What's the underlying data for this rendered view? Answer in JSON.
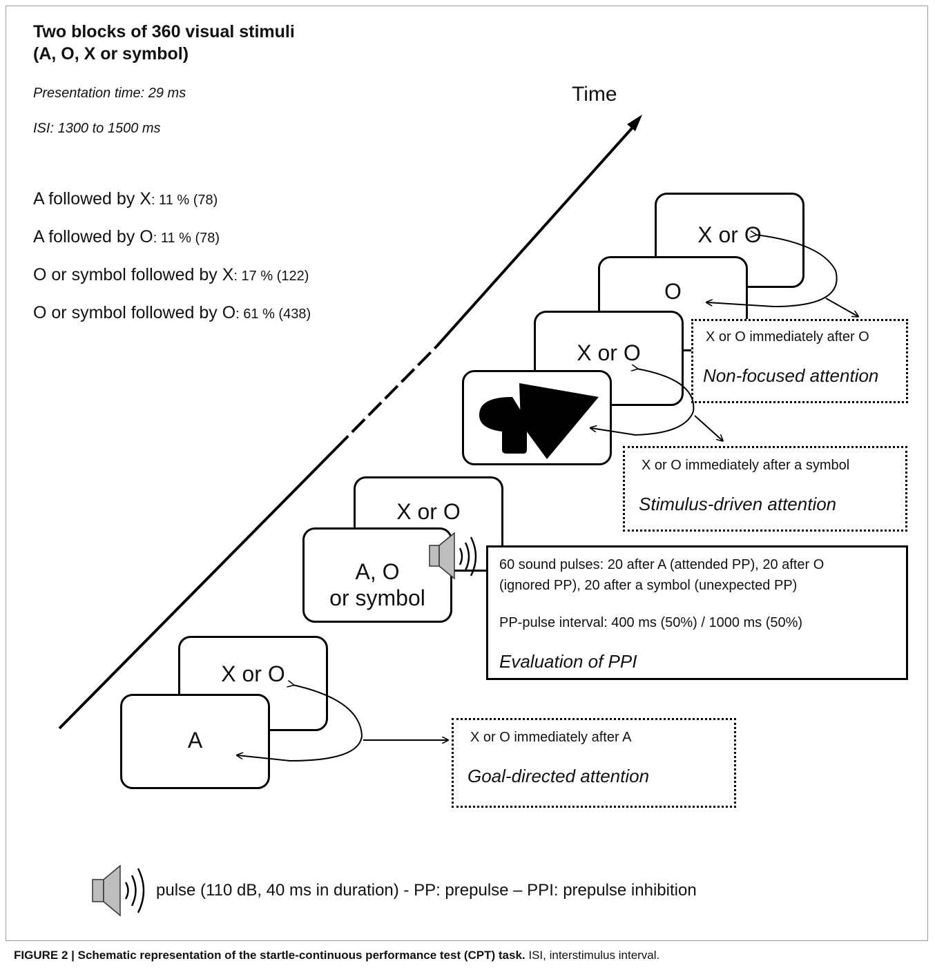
{
  "header": {
    "title_line1": "Two blocks of 360 visual stimuli",
    "title_line2": "(A, O, X or symbol)",
    "presentation_time": "Presentation time: 29 ms",
    "isi": "ISI: 1300 to 1500 ms"
  },
  "probabilities": [
    {
      "label": "A followed by X",
      "value": ": 11 % (78)"
    },
    {
      "label": "A followed by O",
      "value": ": 11 % (78)"
    },
    {
      "label": "O or symbol followed by X",
      "value": ": 17 % (122)"
    },
    {
      "label": "O or symbol followed by O",
      "value": ": 61 % (438)"
    }
  ],
  "time_label": "Time",
  "cards": {
    "top_x_or_o": "X or O",
    "top_o": "O",
    "mid_x_or_o": "X or O",
    "upper_x_or_o": "X or O",
    "ao_symbol_line1": "A, O",
    "ao_symbol_line2": "or symbol",
    "low_x_or_o": "X or O",
    "a": "A"
  },
  "boxes": {
    "nonfocused": {
      "condition": "X or O immediately after O",
      "label": "Non-focused attention"
    },
    "stimulus": {
      "condition": "X or O immediately after a symbol",
      "label": "Stimulus-driven attention"
    },
    "ppi": {
      "line1": "60 sound pulses: 20 after A (attended PP), 20 after O",
      "line2": "(ignored PP), 20 after a symbol (unexpected PP)",
      "interval": "PP-pulse interval: 400 ms (50%) / 1000 ms (50%)",
      "label": "Evaluation of PPI"
    },
    "goal": {
      "condition": "X or O immediately after A",
      "label": "Goal-directed attention"
    }
  },
  "legend": "pulse (110 dB, 40 ms in duration) - PP: prepulse – PPI: prepulse inhibition",
  "caption": {
    "bold": "FIGURE 2 | Schematic representation of the startle-continuous performance test (CPT) task.",
    "rest": " ISI, interstimulus interval."
  },
  "icons": [
    "speaker-icon"
  ]
}
